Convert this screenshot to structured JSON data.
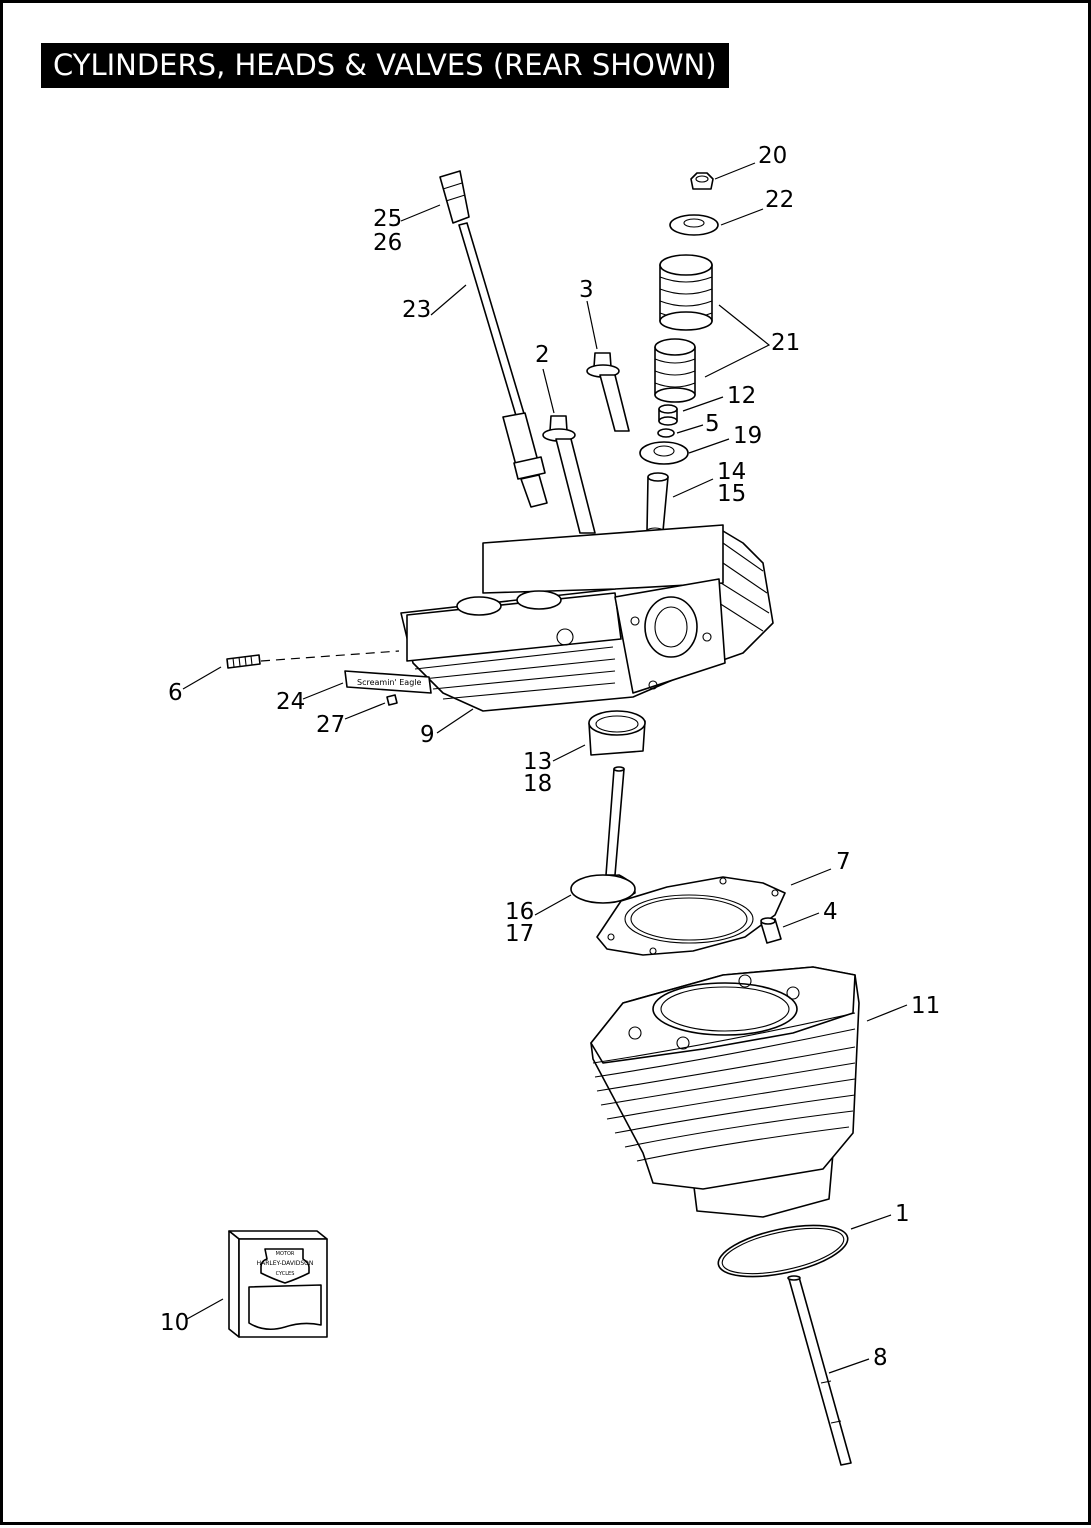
{
  "title": "CYLINDERS, HEADS & VALVES (REAR SHOWN)",
  "callouts": {
    "c1": "1",
    "c2": "2",
    "c3": "3",
    "c4": "4",
    "c5": "5",
    "c6": "6",
    "c7": "7",
    "c8": "8",
    "c9": "9",
    "c10": "10",
    "c11": "11",
    "c12": "12",
    "c13": "13",
    "c14": "14",
    "c15": "15",
    "c16": "16",
    "c17": "17",
    "c18": "18",
    "c19": "19",
    "c20": "20",
    "c21": "21",
    "c22": "22",
    "c23": "23",
    "c24": "24",
    "c25": "25",
    "c26": "26",
    "c27": "27"
  },
  "box_logo_text": [
    "MOTOR",
    "HARLEY-DAVIDSON",
    "CYCLES"
  ],
  "badge_text": "Screamin' Eagle"
}
